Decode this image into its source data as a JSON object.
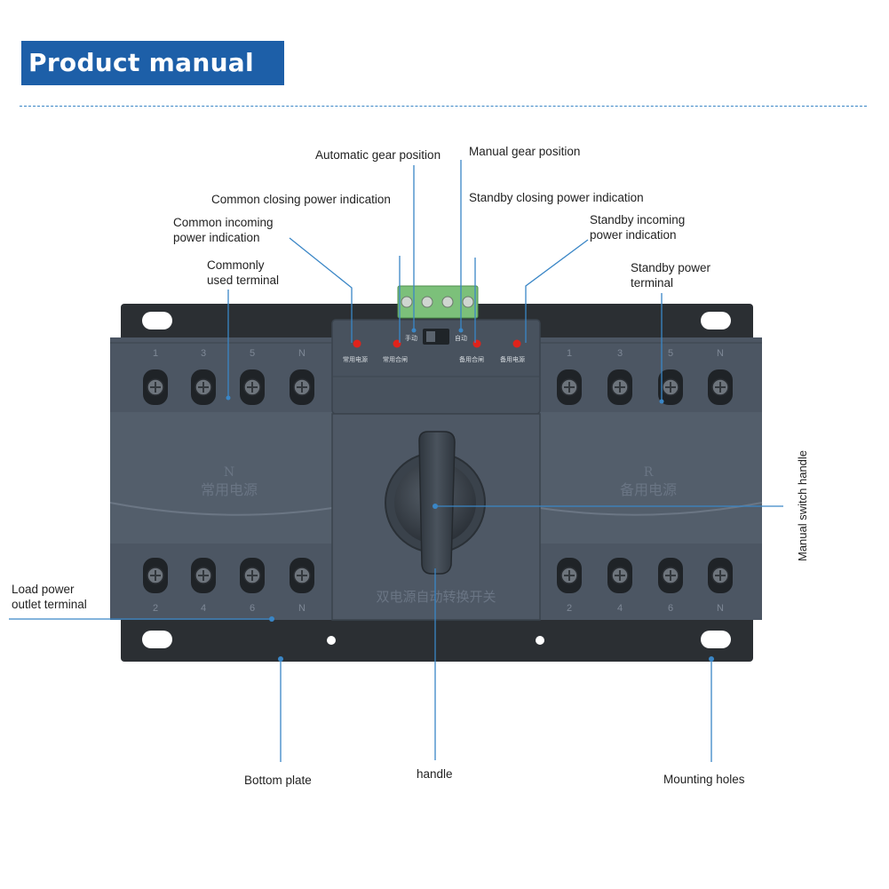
{
  "header": {
    "title": "Product manual"
  },
  "labels": {
    "automatic_gear": "Automatic gear position",
    "manual_gear": "Manual gear position",
    "common_closing": "Common closing power indication",
    "standby_closing": "Standby closing power indication",
    "common_incoming_1": "Common incoming",
    "common_incoming_2": "power indication",
    "standby_incoming_1": "Standby incoming",
    "standby_incoming_2": "power indication",
    "commonly_used_1": "Commonly",
    "commonly_used_2": "used terminal",
    "standby_power_1": "Standby power",
    "standby_power_2": "terminal",
    "manual_switch_handle": "Manual switch handle",
    "load_power_1": "Load power",
    "load_power_2": "outlet terminal",
    "bottom_plate": "Bottom plate",
    "handle": "handle",
    "mounting_holes": "Mounting holes"
  },
  "device": {
    "top_terminal_numbers_left": [
      "1",
      "3",
      "5",
      "N"
    ],
    "top_terminal_numbers_right": [
      "1",
      "3",
      "5",
      "N"
    ],
    "bottom_terminal_numbers_left": [
      "2",
      "4",
      "6",
      "N"
    ],
    "bottom_terminal_numbers_right": [
      "2",
      "4",
      "6",
      "N"
    ],
    "indicator_left_1": "常用电源",
    "indicator_left_2": "常用合闸",
    "indicator_right_1": "备用合闸",
    "indicator_right_2": "备用电源",
    "switch_manual": "手动",
    "switch_auto": "自动",
    "left_panel_letter": "N",
    "left_panel_text": "常用电源",
    "right_panel_letter": "R",
    "right_panel_text": "备用电源",
    "product_name": "双电源自动转换开关"
  },
  "colors": {
    "accent": "#1d5fa8",
    "callout_line": "#3a86c6",
    "body": "#4a5563",
    "bracket": "#2b2f33",
    "connector": "#7cc07a",
    "led": "#e0231b"
  }
}
